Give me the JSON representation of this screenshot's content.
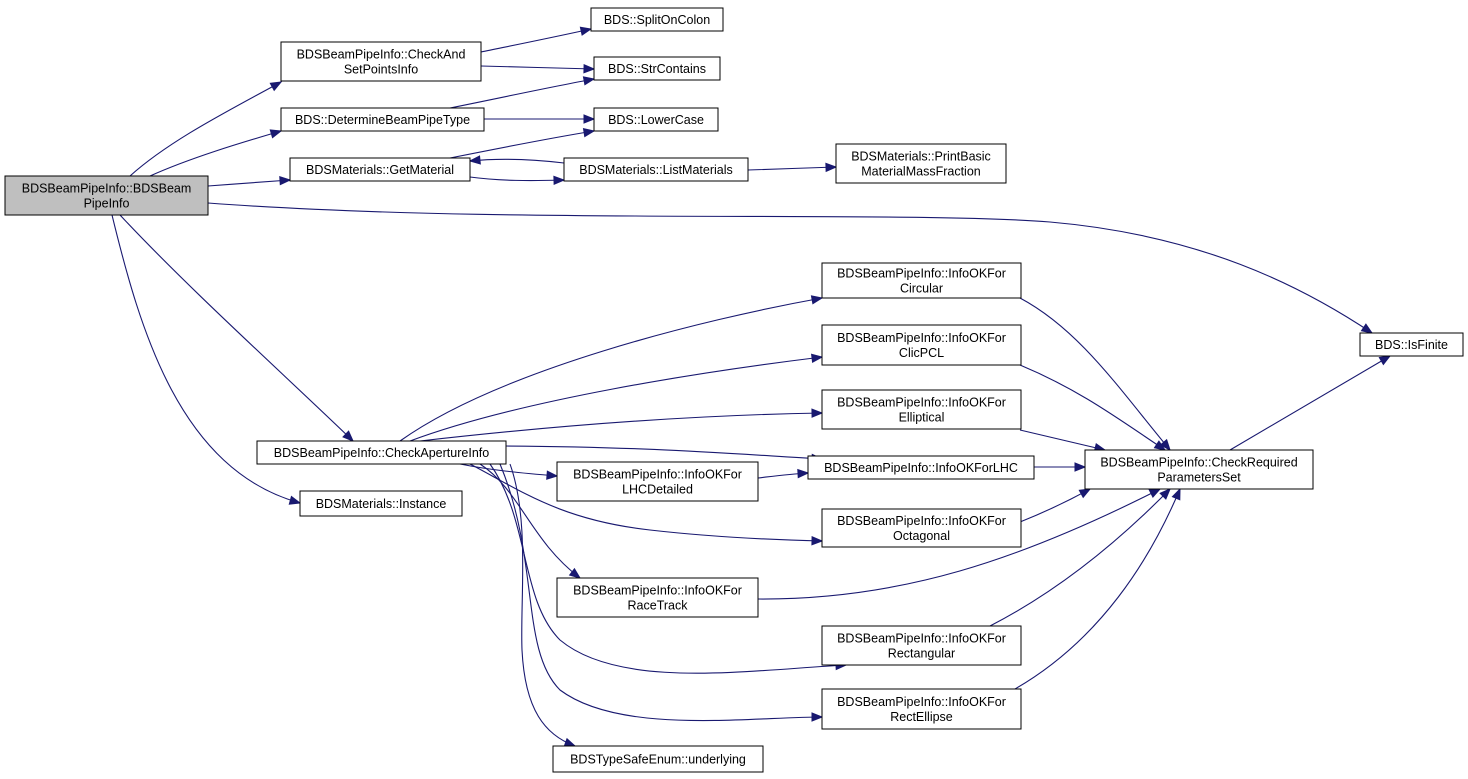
{
  "graph": {
    "nodes": [
      {
        "id": "root",
        "lines": [
          "BDSBeamPipeInfo::BDSBeam",
          "PipeInfo"
        ],
        "highlighted": true
      },
      {
        "id": "checkAndSet",
        "lines": [
          "BDSBeamPipeInfo::CheckAnd",
          "SetPointsInfo"
        ]
      },
      {
        "id": "determine",
        "lines": [
          "BDS::DetermineBeamPipeType"
        ]
      },
      {
        "id": "getMaterial",
        "lines": [
          "BDSMaterials::GetMaterial"
        ]
      },
      {
        "id": "checkAperture",
        "lines": [
          "BDSBeamPipeInfo::CheckApertureInfo"
        ]
      },
      {
        "id": "instance",
        "lines": [
          "BDSMaterials::Instance"
        ]
      },
      {
        "id": "splitOnColon",
        "lines": [
          "BDS::SplitOnColon"
        ]
      },
      {
        "id": "strContains",
        "lines": [
          "BDS::StrContains"
        ]
      },
      {
        "id": "lowerCase",
        "lines": [
          "BDS::LowerCase"
        ]
      },
      {
        "id": "listMaterials",
        "lines": [
          "BDSMaterials::ListMaterials"
        ]
      },
      {
        "id": "printBasic",
        "lines": [
          "BDSMaterials::PrintBasic",
          "MaterialMassFraction"
        ]
      },
      {
        "id": "isFinite",
        "lines": [
          "BDS::IsFinite"
        ]
      },
      {
        "id": "circular",
        "lines": [
          "BDSBeamPipeInfo::InfoOKFor",
          "Circular"
        ]
      },
      {
        "id": "clicpcl",
        "lines": [
          "BDSBeamPipeInfo::InfoOKFor",
          "ClicPCL"
        ]
      },
      {
        "id": "elliptical",
        "lines": [
          "BDSBeamPipeInfo::InfoOKFor",
          "Elliptical"
        ]
      },
      {
        "id": "lhcDetailed",
        "lines": [
          "BDSBeamPipeInfo::InfoOKFor",
          "LHCDetailed"
        ]
      },
      {
        "id": "lhc",
        "lines": [
          "BDSBeamPipeInfo::InfoOKForLHC"
        ]
      },
      {
        "id": "octagonal",
        "lines": [
          "BDSBeamPipeInfo::InfoOKFor",
          "Octagonal"
        ]
      },
      {
        "id": "raceTrack",
        "lines": [
          "BDSBeamPipeInfo::InfoOKFor",
          "RaceTrack"
        ]
      },
      {
        "id": "rectangular",
        "lines": [
          "BDSBeamPipeInfo::InfoOKFor",
          "Rectangular"
        ]
      },
      {
        "id": "rectEllipse",
        "lines": [
          "BDSBeamPipeInfo::InfoOKFor",
          "RectEllipse"
        ]
      },
      {
        "id": "underlying",
        "lines": [
          "BDSTypeSafeEnum::underlying"
        ]
      },
      {
        "id": "checkRequired",
        "lines": [
          "BDSBeamPipeInfo::CheckRequired",
          "ParametersSet"
        ]
      }
    ],
    "edges": [
      {
        "from": "root",
        "to": "checkAndSet"
      },
      {
        "from": "root",
        "to": "determine"
      },
      {
        "from": "root",
        "to": "getMaterial"
      },
      {
        "from": "root",
        "to": "isFinite"
      },
      {
        "from": "root",
        "to": "checkAperture"
      },
      {
        "from": "root",
        "to": "instance"
      },
      {
        "from": "checkAndSet",
        "to": "splitOnColon"
      },
      {
        "from": "checkAndSet",
        "to": "strContains"
      },
      {
        "from": "determine",
        "to": "strContains"
      },
      {
        "from": "determine",
        "to": "lowerCase"
      },
      {
        "from": "getMaterial",
        "to": "lowerCase"
      },
      {
        "from": "getMaterial",
        "to": "listMaterials"
      },
      {
        "from": "listMaterials",
        "to": "getMaterial"
      },
      {
        "from": "listMaterials",
        "to": "printBasic"
      },
      {
        "from": "checkAperture",
        "to": "circular"
      },
      {
        "from": "checkAperture",
        "to": "clicpcl"
      },
      {
        "from": "checkAperture",
        "to": "elliptical"
      },
      {
        "from": "checkAperture",
        "to": "lhc"
      },
      {
        "from": "checkAperture",
        "to": "lhcDetailed"
      },
      {
        "from": "checkAperture",
        "to": "octagonal"
      },
      {
        "from": "checkAperture",
        "to": "raceTrack"
      },
      {
        "from": "checkAperture",
        "to": "rectangular"
      },
      {
        "from": "checkAperture",
        "to": "rectEllipse"
      },
      {
        "from": "checkAperture",
        "to": "underlying"
      },
      {
        "from": "lhcDetailed",
        "to": "lhc"
      },
      {
        "from": "circular",
        "to": "checkRequired"
      },
      {
        "from": "clicpcl",
        "to": "checkRequired"
      },
      {
        "from": "elliptical",
        "to": "checkRequired"
      },
      {
        "from": "lhc",
        "to": "checkRequired"
      },
      {
        "from": "octagonal",
        "to": "checkRequired"
      },
      {
        "from": "raceTrack",
        "to": "checkRequired"
      },
      {
        "from": "rectangular",
        "to": "checkRequired"
      },
      {
        "from": "rectEllipse",
        "to": "checkRequired"
      },
      {
        "from": "checkRequired",
        "to": "isFinite"
      }
    ],
    "colors": {
      "edge": "#191970",
      "node_fill": "#ffffff",
      "highlight_fill": "#bfbfbf",
      "border": "#000000"
    }
  }
}
